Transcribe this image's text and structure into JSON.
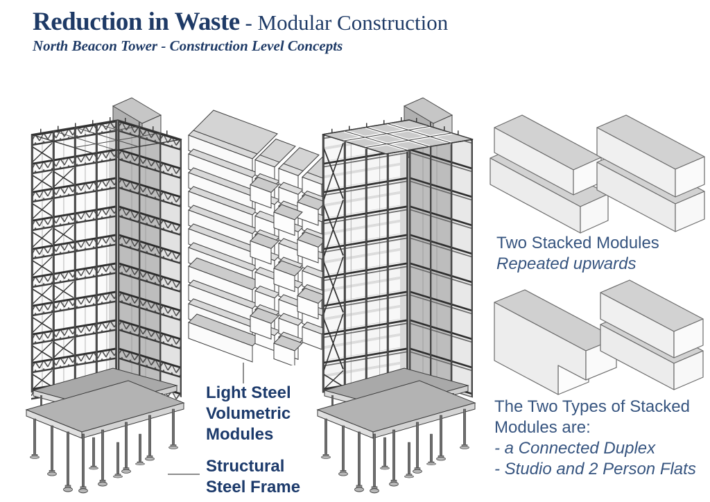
{
  "slide": {
    "title_strong": "Reduction in Waste",
    "title_rest": " - Modular Construction",
    "subtitle": "North Beacon Tower - Construction Level Concepts"
  },
  "callouts": {
    "volumetric": {
      "line1": "Light Steel",
      "line2": "Volumetric",
      "line3": "Modules"
    },
    "frame": {
      "line1": "Structural",
      "line2": "Steel Frame"
    }
  },
  "notes": {
    "stacked": {
      "line1": "Two Stacked Modules",
      "line2": "Repeated upwards"
    },
    "types": {
      "line1": "The Two Types of Stacked",
      "line2": "Modules are:",
      "line3": "- a Connected Duplex",
      "line4": "- Studio and 2 Person Flats"
    }
  },
  "figures": {
    "tower_frame_label": "Structural steel frame tower",
    "module_stack_label": "Stack of light steel volumetric modules",
    "tower_modular_label": "Tower with modules inside steel frame",
    "pair_top_label": "Two stacked modules repeated",
    "duplex_label": "Connected duplex stacked modules",
    "flats_label": "Studio and two person flats stacked modules"
  },
  "colors": {
    "navy_serif": "#1e3a66",
    "navy_sans": "#36547f",
    "navy_bold": "#1c3a6b",
    "steel_dark": "#343434",
    "core_gray": "#bdbdbd",
    "module_top": "#d2d2d2",
    "module_face": "#f6f6f6",
    "leader_gray": "#8c8c8c"
  }
}
